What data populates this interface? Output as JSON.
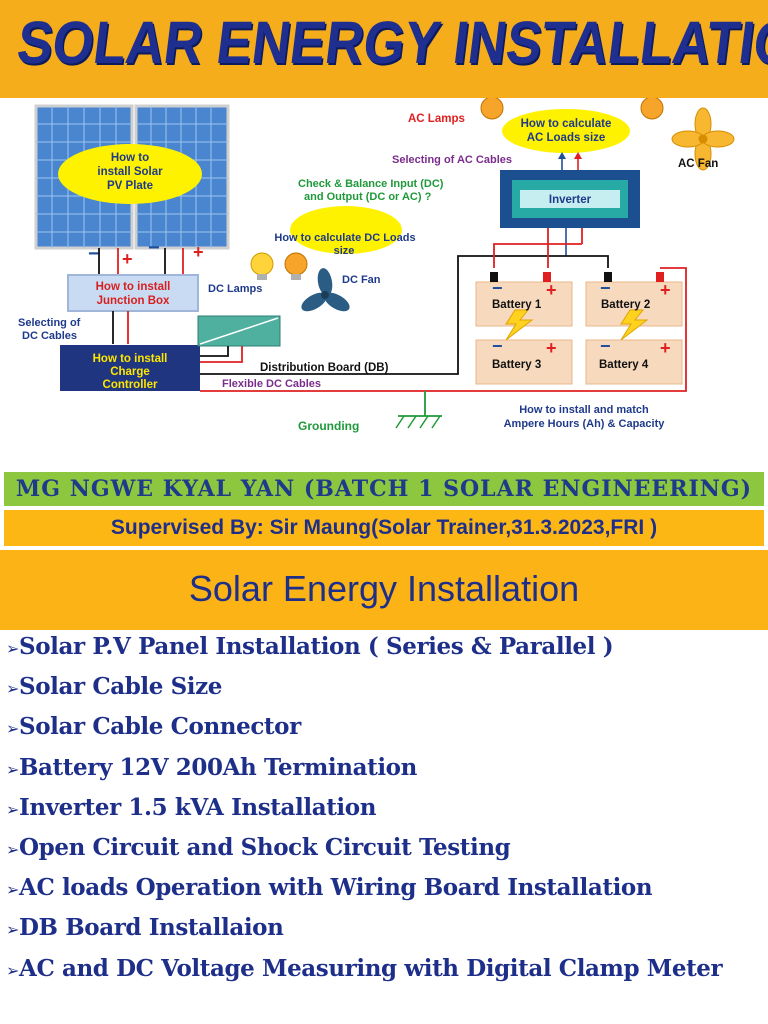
{
  "banner": {
    "title": "SOLAR ENERGY INSTALLATION"
  },
  "diagram": {
    "pv_label": [
      "How to",
      "install Solar",
      "PV Plate"
    ],
    "junction_box": [
      "How to install",
      "Junction Box"
    ],
    "charge_controller": [
      "How to install",
      "Charge",
      "Controller"
    ],
    "selecting_dc": [
      "Selecting of",
      "DC Cables"
    ],
    "dc_lamps": "DC Lamps",
    "dc_loads": [
      "How to calculate DC Loads",
      "size"
    ],
    "dc_fan": "DC Fan",
    "check_balance": [
      "Check & Balance Input (DC)",
      "and Output (DC or AC) ?"
    ],
    "ac_lamps": "AC Lamps",
    "ac_loads": [
      "How to calculate",
      "AC Loads size"
    ],
    "selecting_ac": "Selecting of AC Cables",
    "ac_fan": "AC Fan",
    "inverter": "Inverter",
    "batteries": [
      "Battery 1",
      "Battery 2",
      "Battery 3",
      "Battery 4"
    ],
    "distribution_board": "Distribution Board (DB)",
    "flexible_dc": "Flexible DC Cables",
    "grounding": "Grounding",
    "ampere_hours": [
      "How to install and match",
      "Ampere Hours (Ah) & Capacity"
    ],
    "plus": "+",
    "minus": "−"
  },
  "name_bar": "MG NGWE KYAL YAN (BATCH 1 SOLAR ENGINEERING)",
  "supervised_bar": "Supervised By: Sir Maung(Solar Trainer,31.3.2023,FRI )",
  "section": {
    "title": "Solar Energy Installation",
    "bullet": "➢",
    "items": [
      "Solar P.V Panel Installation ( Series & Parallel )",
      "Solar Cable Size",
      "Solar Cable Connector",
      "Battery 12V 200Ah Termination",
      "Inverter 1.5 kVA Installation",
      "Open Circuit and Shock Circuit Testing",
      "AC loads Operation with Wiring Board Installation",
      "DB Board Installaion",
      "AC and DC Voltage Measuring with Digital Clamp Meter"
    ]
  },
  "colors": {
    "banner_bg": "#f5ad1c",
    "title_text": "#1f2f8f",
    "name_bar_bg": "#8dc63f",
    "supervised_bg": "#fdb714",
    "list_text": "#1e2f8a",
    "wire_red": "#e02020",
    "wire_black": "#111111",
    "wire_blue": "#1f4e9c"
  }
}
